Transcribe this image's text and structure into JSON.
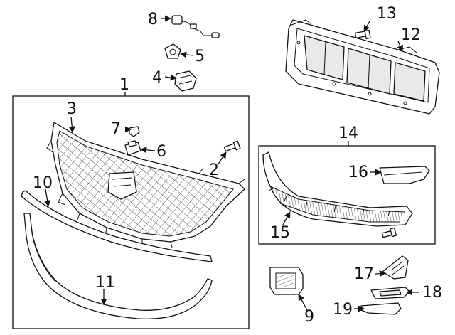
{
  "callouts": {
    "c1": "1",
    "c2": "2",
    "c3": "3",
    "c4": "4",
    "c5": "5",
    "c6": "6",
    "c7": "7",
    "c8": "8",
    "c9": "9",
    "c10": "10",
    "c11": "11",
    "c12": "12",
    "c13": "13",
    "c14": "14",
    "c15": "15",
    "c16": "16",
    "c17": "17",
    "c18": "18",
    "c19": "19"
  },
  "colors": {
    "line": "#111111",
    "background": "#ffffff",
    "part_fill": "#ffffff",
    "shade": "#e9e9e9"
  }
}
